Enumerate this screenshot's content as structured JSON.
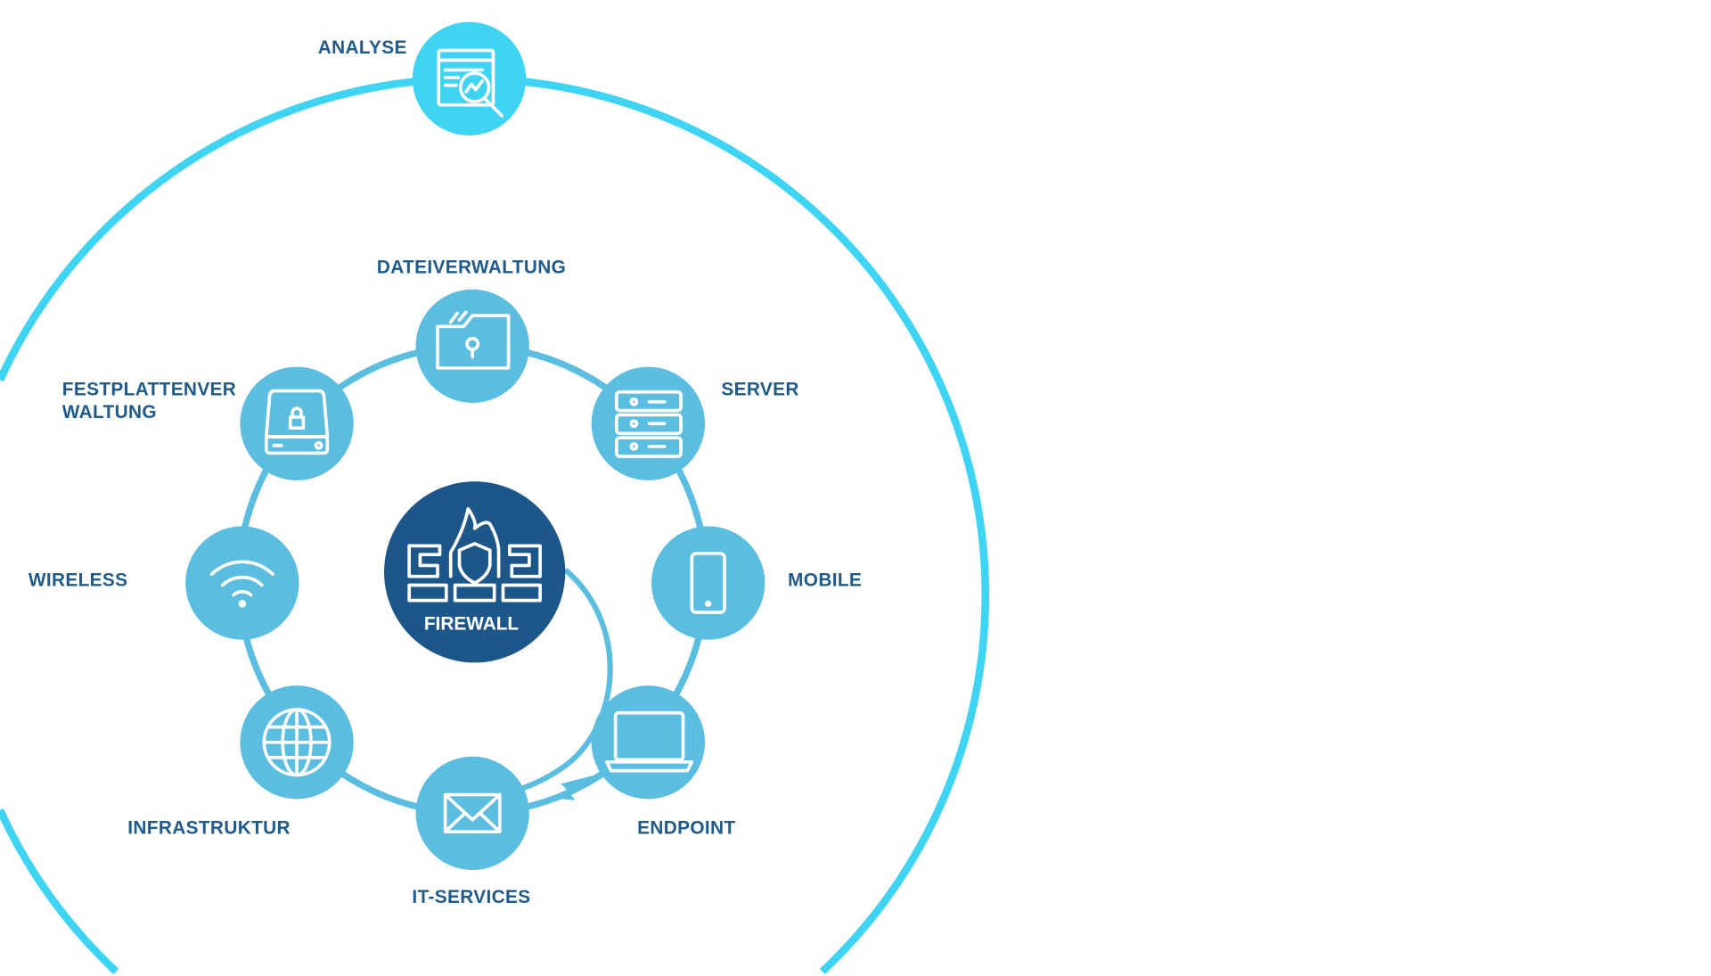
{
  "colors": {
    "outer_ring": "#3fd3f4",
    "node": "#5bbde0",
    "inner_ring": "#5bbde0",
    "center": "#1d578a",
    "label": "#1f5a8a"
  },
  "outer": {
    "label": "ANALYSE",
    "icon": "analytics-magnifier-icon"
  },
  "center": {
    "label": "FIREWALL",
    "icon": "firewall-shield-icon"
  },
  "nodes": [
    {
      "label": "DATEIVERWALTUNG",
      "icon": "locked-folder-icon"
    },
    {
      "label": "SERVER",
      "icon": "server-icon"
    },
    {
      "label": "MOBILE",
      "icon": "smartphone-icon"
    },
    {
      "label": "ENDPOINT",
      "icon": "laptop-icon"
    },
    {
      "label": "IT-SERVICES",
      "icon": "envelope-icon"
    },
    {
      "label": "INFRASTRUKTUR",
      "icon": "globe-icon"
    },
    {
      "label": "WIRELESS",
      "icon": "wifi-icon"
    },
    {
      "label_line1": "FESTPLATTENVER",
      "label_line2": "WALTUNG",
      "icon": "locked-drive-icon"
    }
  ]
}
